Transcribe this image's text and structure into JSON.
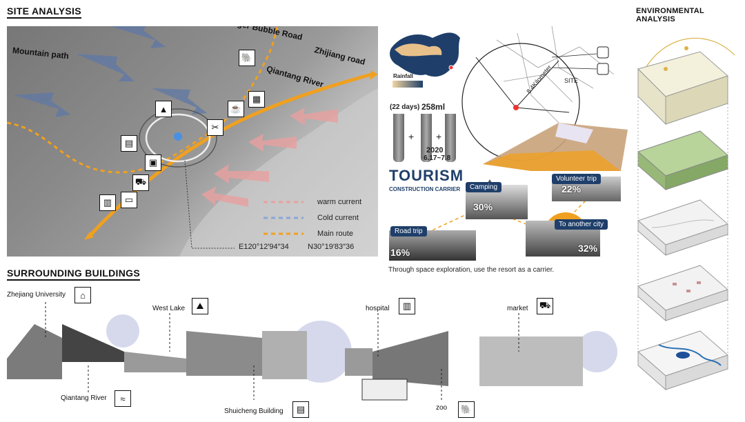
{
  "titles": {
    "site": "SITE ANALYSIS",
    "environment": "ENVIRONMENTAL ANALYSIS",
    "buildings": "SURROUNDING BUILDINGS"
  },
  "map_labels": {
    "mountain_path": "Mountain path",
    "tiger_bubble": "Tiger Bubble Road",
    "zhijiang": "Zhijiang road",
    "qiantang": "Qiantang River"
  },
  "legend": {
    "warm": "warm current",
    "cold": "Cold current",
    "route": "Main route"
  },
  "coordinates": {
    "lon": "E120°12′94″34",
    "lat": "N30°19′83″36"
  },
  "rainfall": {
    "legend_label": "Rainfall",
    "days": "(22 days)",
    "amount": "258ml",
    "year": "2020",
    "dates": "6.17~7.8"
  },
  "site_plan": {
    "distance": "8.4Kilometer",
    "site_label": "SITE"
  },
  "tourism": {
    "title": "TOURISM",
    "subtitle": "CONSTRUCTION CARRIER",
    "camping_label": "Camping",
    "camping_pct": "30%",
    "volunteer_label": "Volunteer trip",
    "volunteer_pct": "22%",
    "road_label": "Road trip",
    "road_pct": "16%",
    "city_label": "To another city",
    "city_pct": "32%",
    "caption": "Through space exploration, use the resort as a carrier."
  },
  "surrounding": [
    {
      "name": "Zhejiang University",
      "icon": "university-icon"
    },
    {
      "name": "West Lake",
      "icon": "lake-icon"
    },
    {
      "name": "hospital",
      "icon": "hospital-icon"
    },
    {
      "name": "market",
      "icon": "cart-icon"
    },
    {
      "name": "Qiantang River",
      "icon": "river-icon"
    },
    {
      "name": "Shuicheng Building",
      "icon": "briefcase-icon"
    },
    {
      "name": "zoo",
      "icon": "elephant-icon"
    }
  ],
  "colors": {
    "route": "#f0a020",
    "warm": "#e89a9a",
    "cold": "#6c86b0",
    "navy": "#1f3f6a"
  }
}
